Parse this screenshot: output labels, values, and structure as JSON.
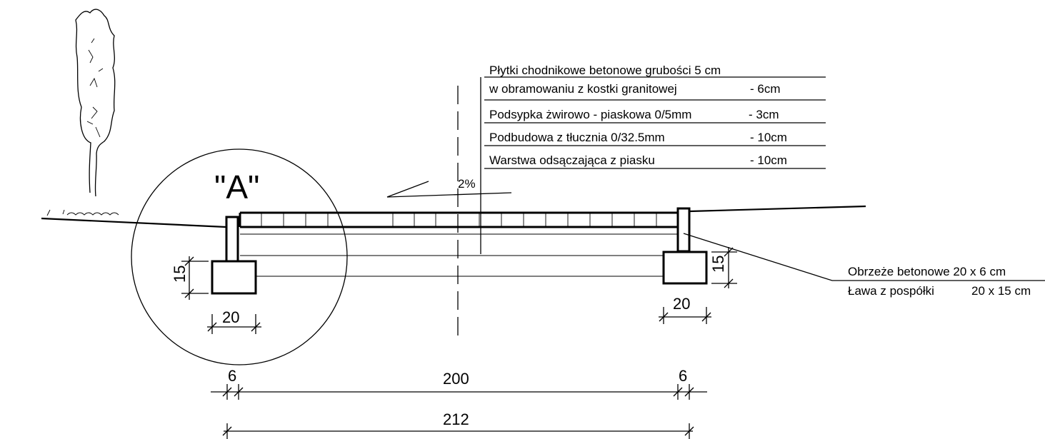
{
  "detail_label": "\"A\"",
  "slope_label": "2%",
  "layers": [
    {
      "name": "Płytki chodnikowe betonowe grubości 5 cm",
      "thickness": ""
    },
    {
      "name": "w obramowaniu z kostki granitowej",
      "thickness": "- 6cm"
    },
    {
      "name": "Podsypka żwirowo - piaskowa 0/5mm",
      "thickness": "- 3cm"
    },
    {
      "name": "Podbudowa z tłucznia  0/32.5mm",
      "thickness": "- 10cm"
    },
    {
      "name": "Warstwa odsączająca z piasku",
      "thickness": "- 10cm"
    }
  ],
  "edge_labels": {
    "curb": "Obrzeże betonowe 20 x 6 cm",
    "bench_name": "Ława z pospółki",
    "bench_size": "20 x 15 cm"
  },
  "dimensions": {
    "left_bench_height": "15",
    "left_bench_width": "20",
    "right_bench_height": "15",
    "right_bench_width": "20",
    "left_curb": "6",
    "right_curb": "6",
    "path_width": "200",
    "total_width": "212"
  }
}
